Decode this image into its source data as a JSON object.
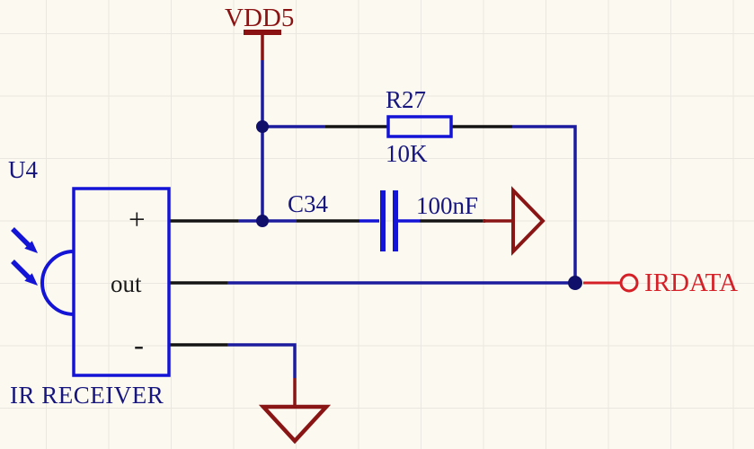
{
  "labels": {
    "power_net": "VDD5",
    "resistor_ref": "R27",
    "resistor_value": "10K",
    "capacitor_ref": "C34",
    "capacitor_value": "100nF",
    "component_ref": "U4",
    "component_name": "IR RECEIVER",
    "pin_plus": "+",
    "pin_out": "out",
    "pin_minus": "-",
    "net_irdata": "IRDATA"
  },
  "colors": {
    "background": "#fcf9f1",
    "grid_line": "#eae7e0",
    "symbol_blue": "#1414d6",
    "wire_blue": "#1c1c9e",
    "junction_blue": "#10106a",
    "pin_black": "#141414",
    "power_dark_red": "#8a1212",
    "port_dark_red": "#8a1515",
    "net_red": "#d62027",
    "label_navy": "#16167e",
    "pin_text_black": "#1a1a1a"
  }
}
